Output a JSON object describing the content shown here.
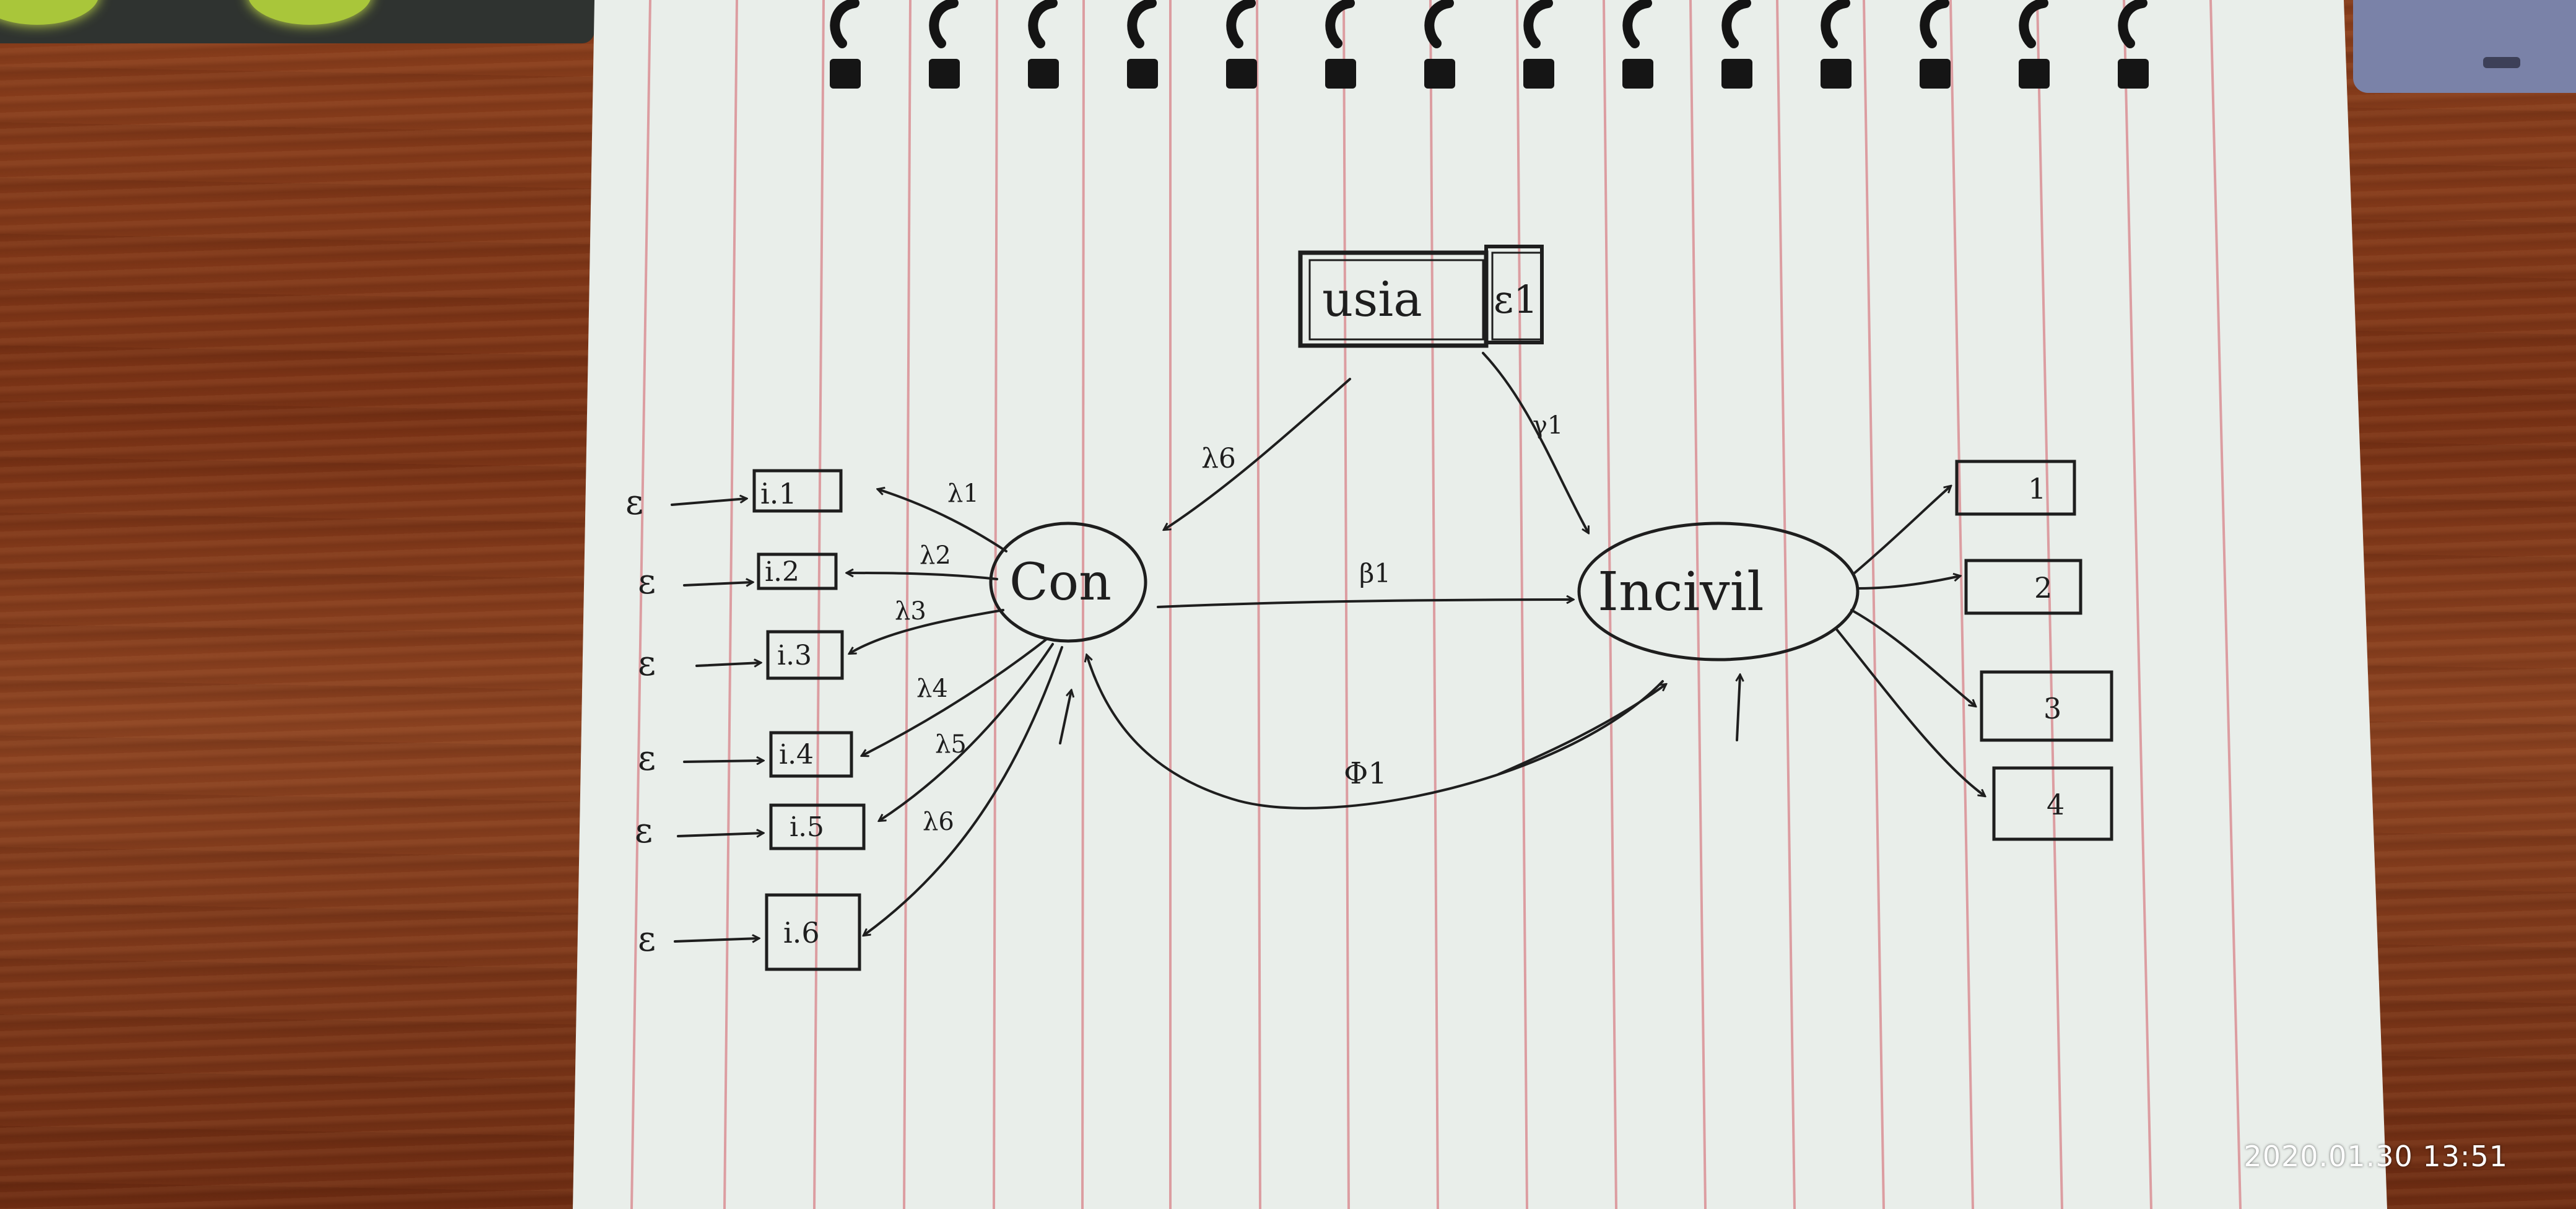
{
  "timestamp": "2020.01.30 13:51",
  "nodes": {
    "top_box": "usia",
    "top_box_error": "ε1",
    "left_latent": "Con",
    "right_latent": "Incivil"
  },
  "left_indicators": [
    "i.1",
    "i.2",
    "i.3",
    "i.4",
    "i.5",
    "i.6"
  ],
  "left_errors": [
    "ε",
    "ε",
    "ε",
    "ε",
    "ε",
    "ε"
  ],
  "left_loadings": [
    "λ1",
    "λ2",
    "λ3",
    "λ4",
    "λ5",
    "λ6"
  ],
  "right_indicators": [
    "1",
    "2",
    "3",
    "4"
  ],
  "path_labels": {
    "usia_to_con": "λ6",
    "usia_to_incivil": "γ1",
    "con_to_incivil": "β1",
    "covariance": "Φ1"
  },
  "colors": {
    "ink": "#1e1e1e",
    "paper": "#e9eeea",
    "margin_line": "#d98a8f",
    "table_wood": "#7a3215"
  }
}
